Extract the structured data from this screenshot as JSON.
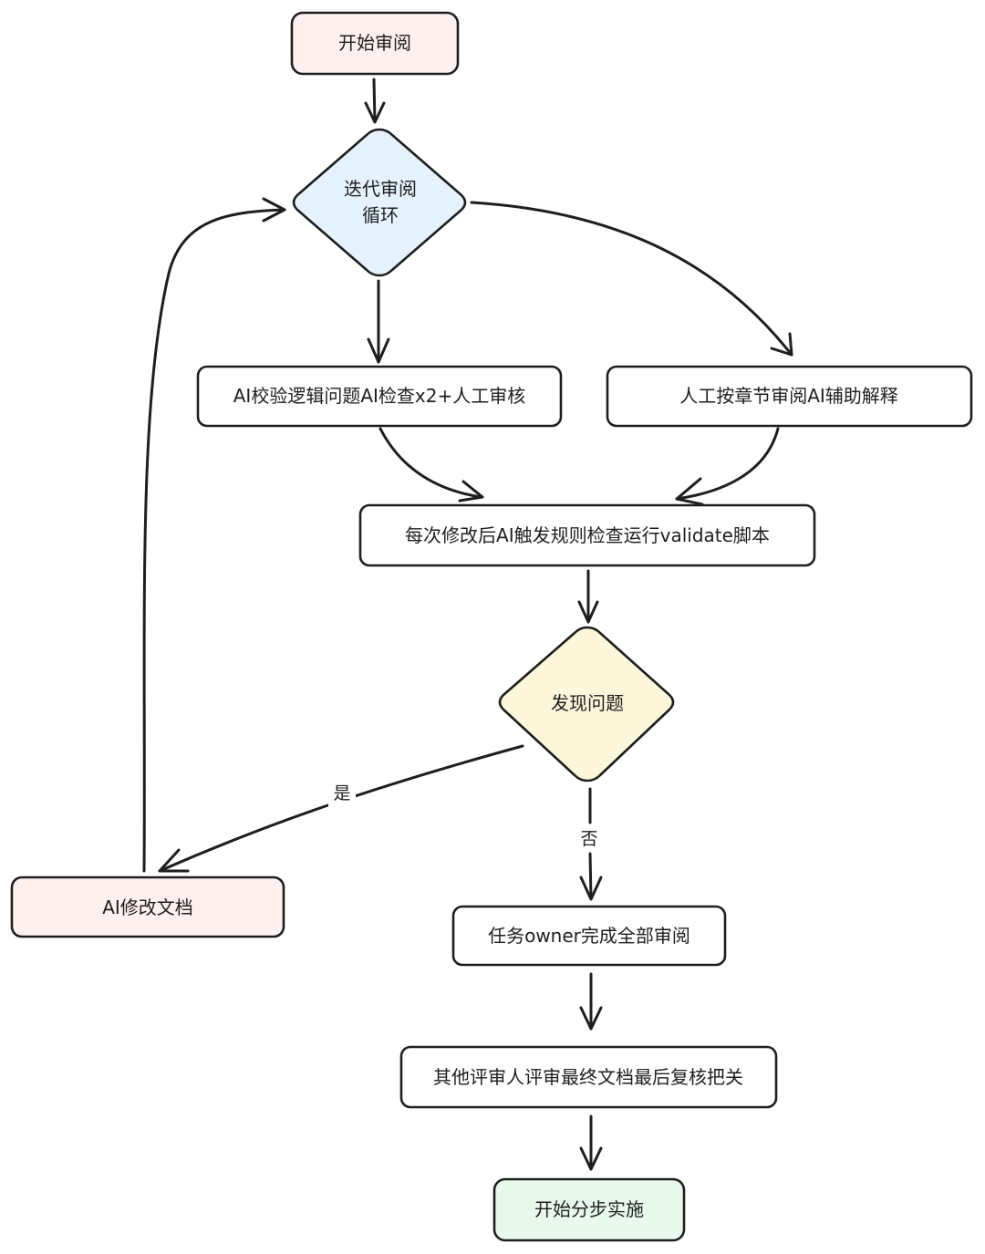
{
  "colors": {
    "stroke": "#1e1e1e",
    "start_fill": "#fdf0ee",
    "loop_fill": "#e5f2fd",
    "process_fill": "#ffffff",
    "decision_fill": "#fcf7da",
    "end_fill": "#e9f8ec"
  },
  "nodes": {
    "start": "开始审阅",
    "loop": {
      "line1": "迭代审阅",
      "line2": "循环"
    },
    "ai_check": "AI校验逻辑问题AI检查x2+人工审核",
    "manual_review": "人工按章节审阅AI辅助解释",
    "validate": "每次修改后AI触发规则检查运行validate脚本",
    "found_issue": "发现问题",
    "ai_modify": "AI修改文档",
    "owner_done": "任务owner完成全部审阅",
    "final_review": "其他评审人评审最终文档最后复核把关",
    "implement": "开始分步实施"
  },
  "edges": {
    "yes_label": "是",
    "no_label": "否"
  }
}
